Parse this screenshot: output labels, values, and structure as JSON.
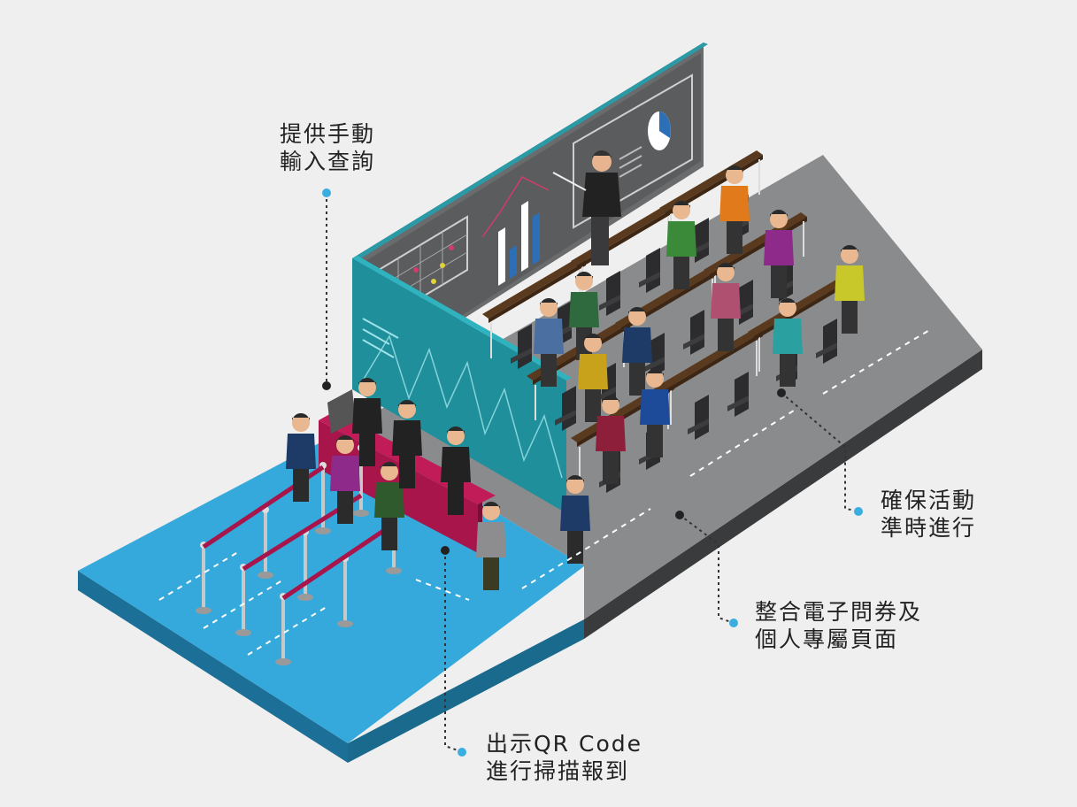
{
  "callouts": {
    "manual_lookup": {
      "line1": "提供手動",
      "line2": "輸入查詢"
    },
    "on_time": {
      "line1": "確保活動",
      "line2": "準時進行"
    },
    "survey": {
      "line1": "整合電子問券及",
      "line2": "個人專屬頁面"
    },
    "qr_checkin": {
      "line1": "出示QR Code",
      "line2": "進行掃描報到"
    }
  },
  "colors": {
    "background": "#efefef",
    "floor_blue": "#35a9dc",
    "floor_gray": "#8a8b8d",
    "wall_teal": "#1f8f9b",
    "counter": "#a8154a",
    "screen": "#5f6062",
    "accent_dot": "#3aaee0"
  },
  "icons": [
    "stanchion-rope",
    "lectern-desk",
    "chart-screen",
    "person-figure"
  ]
}
